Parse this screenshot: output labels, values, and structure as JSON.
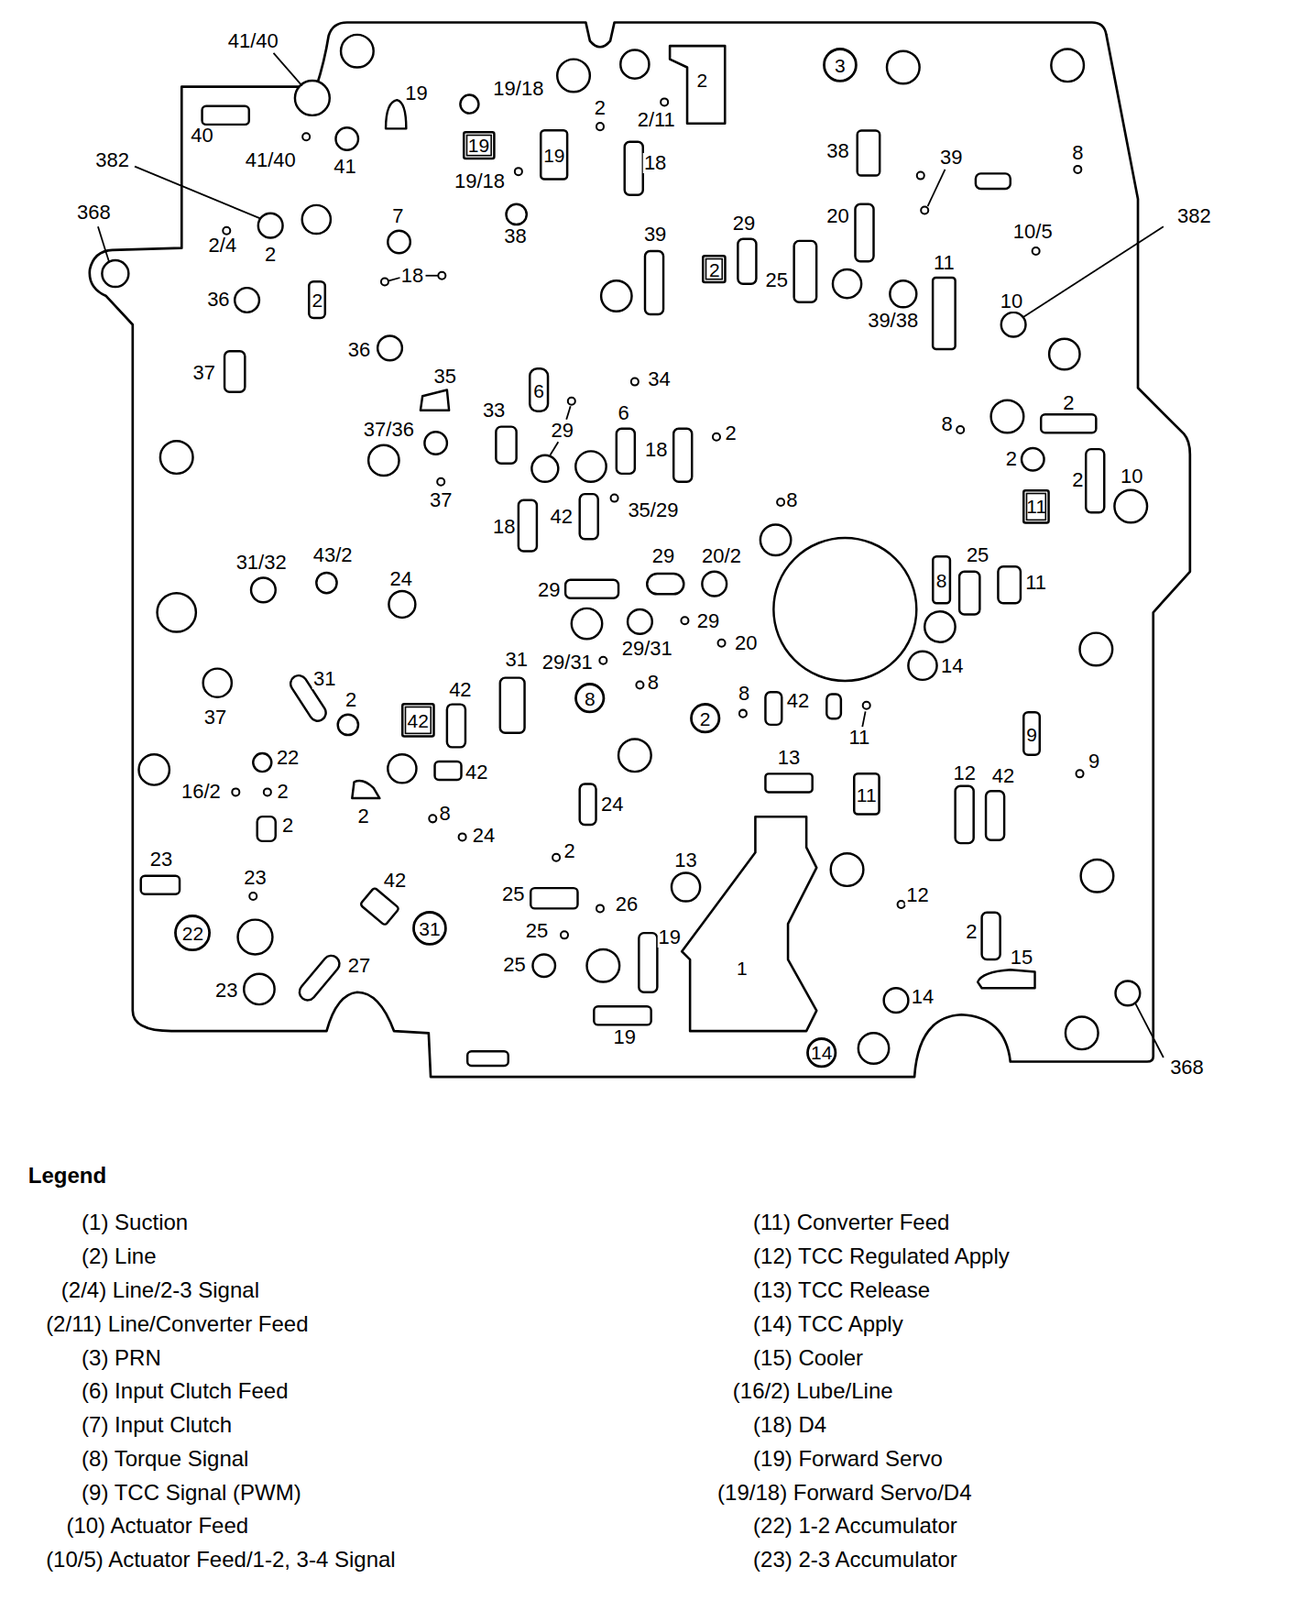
{
  "diagram": {
    "nodes": [
      {
        "text": [
          "2"
        ]
      },
      {
        "text": [
          "3"
        ]
      },
      {
        "text": [
          "19"
        ]
      },
      {
        "text": [
          "19"
        ]
      },
      {
        "text": [
          "2"
        ]
      },
      {
        "text": [
          "2"
        ]
      },
      {
        "text": [
          "6"
        ]
      },
      {
        "text": [
          "11"
        ]
      },
      {
        "text": [
          "8"
        ]
      },
      {
        "text": [
          "8"
        ]
      },
      {
        "text": [
          "2"
        ]
      },
      {
        "text": [
          "42"
        ]
      },
      {
        "text": [
          "9"
        ]
      },
      {
        "text": [
          "11"
        ]
      },
      {
        "text": [
          "1"
        ]
      },
      {
        "text": [
          "22"
        ]
      },
      {
        "text": [
          "31"
        ]
      },
      {
        "text": [
          "14"
        ]
      }
    ],
    "labels": [
      "41/40",
      "19",
      "19/18",
      "2",
      "2/11",
      "40",
      "41/40",
      "41",
      "19/18",
      "18",
      "38",
      "39",
      "8",
      "382",
      "368",
      "2/4",
      "2",
      "7",
      "38",
      "39",
      "29",
      "20",
      "10/5",
      "382",
      "18",
      "36",
      "25",
      "11",
      "39/38",
      "10",
      "36",
      "37",
      "35",
      "34",
      "33",
      "6",
      "29",
      "18",
      "2",
      "8",
      "2",
      "37/36",
      "2",
      "2",
      "10",
      "37",
      "18",
      "42",
      "35/29",
      "8",
      "31/32",
      "43/2",
      "24",
      "29",
      "20/2",
      "25",
      "11",
      "29",
      "29",
      "20",
      "14",
      "31",
      "29/31",
      "29/31",
      "8",
      "31",
      "2",
      "37",
      "42",
      "8",
      "42",
      "11",
      "22",
      "2",
      "16/2",
      "42",
      "13",
      "12",
      "42",
      "9",
      "2",
      "2",
      "8",
      "24",
      "24",
      "2",
      "23",
      "23",
      "42",
      "13",
      "12",
      "25",
      "26",
      "25",
      "19",
      "2",
      "25",
      "15",
      "23",
      "27",
      "14",
      "19",
      "368",
      "Legend"
    ],
    "legend": [
      {
        "text": "(1) Suction"
      },
      {
        "text": "(2) Line"
      },
      {
        "text": "(2/4) Line/2-3 Signal"
      },
      {
        "text": "(2/11) Line/Converter Feed"
      },
      {
        "text": "(3) PRN"
      },
      {
        "text": "(6) Input Clutch Feed"
      },
      {
        "text": "(7) Input Clutch"
      },
      {
        "text": "(8) Torque Signal"
      },
      {
        "text": "(9) TCC Signal (PWM)"
      },
      {
        "text": "(10) Actuator Feed"
      },
      {
        "text": "(10/5) Actuator Feed/1-2, 3-4 Signal"
      },
      {
        "text": "(11) Converter Feed"
      },
      {
        "text": "(12) TCC Regulated Apply"
      },
      {
        "text": "(13) TCC Release"
      },
      {
        "text": "(14) TCC Apply"
      },
      {
        "text": "(15) Cooler"
      },
      {
        "text": "(16/2) Lube/Line"
      },
      {
        "text": "(18) D4"
      },
      {
        "text": "(19) Forward Servo"
      },
      {
        "text": "(19/18) Forward Servo/D4"
      },
      {
        "text": "(22) 1-2 Accumulator"
      },
      {
        "text": "(23) 2-3 Accumulator"
      }
    ]
  }
}
